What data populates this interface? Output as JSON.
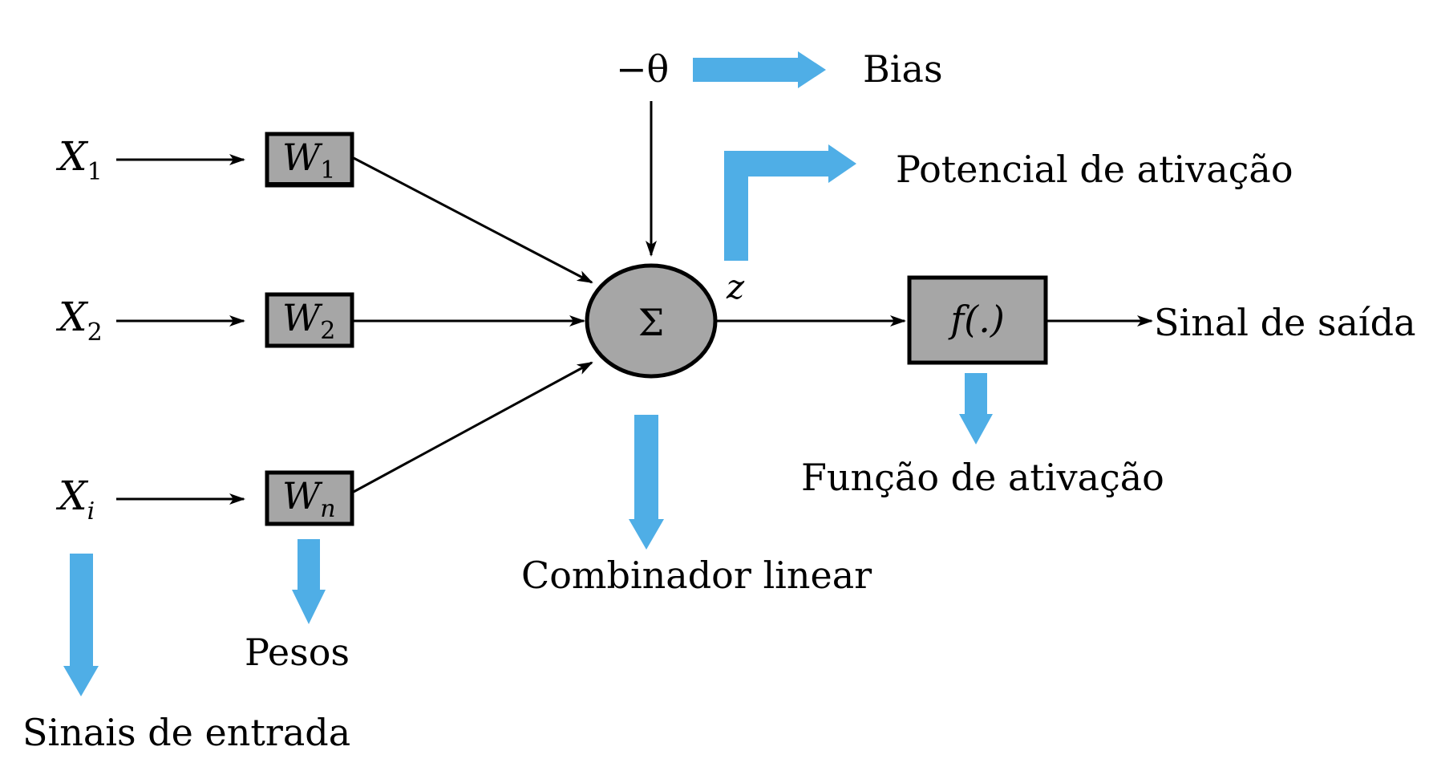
{
  "inputs": [
    {
      "symbol": "X",
      "subscript": "1"
    },
    {
      "symbol": "X",
      "subscript": "2"
    },
    {
      "symbol": "X",
      "subscript": "i"
    }
  ],
  "weights": [
    {
      "symbol": "W",
      "subscript": "1"
    },
    {
      "symbol": "W",
      "subscript": "2"
    },
    {
      "symbol": "W",
      "subscript": "n"
    }
  ],
  "summation_symbol": "Σ",
  "bias_symbol": "−θ",
  "potential_symbol": "z",
  "activation_function": "f(.)",
  "labels": {
    "bias": "Bias",
    "potential": "Potencial de ativação",
    "output": "Sinal de saída",
    "activation": "Função de ativação",
    "combiner": "Combinador linear",
    "weights": "Pesos",
    "inputs": "Sinais de entrada"
  },
  "colors": {
    "callout_arrow": "#4FAEE6",
    "node_fill": "#A6A6A6",
    "stroke": "#000000"
  }
}
